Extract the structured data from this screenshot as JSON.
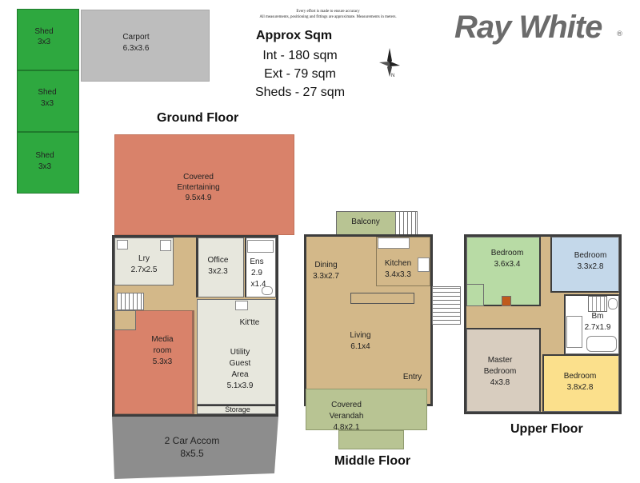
{
  "disclaimer": {
    "line1": "Every effort is made to ensure accuracy",
    "line2": "All measurements, positioning and fittings are approximate. Measurements in meters."
  },
  "brand": {
    "logo_text": "Ray White",
    "color": "#6b6b6b"
  },
  "summary": {
    "title": "Approx Sqm",
    "int": "Int - 180 sqm",
    "ext": "Ext - 79 sqm",
    "sheds": "Sheds - 27 sqm"
  },
  "compass": {
    "north_label": "N"
  },
  "floors": {
    "ground": "Ground Floor",
    "middle": "Middle Floor",
    "upper": "Upper Floor"
  },
  "sheds": [
    {
      "name": "Shed",
      "size": "3x3"
    },
    {
      "name": "Shed",
      "size": "3x3"
    },
    {
      "name": "Shed",
      "size": "3x3"
    }
  ],
  "carport": {
    "name": "Carport",
    "size": "6.3x3.6"
  },
  "ground_rooms": {
    "covered_ent": {
      "name": "Covered",
      "name2": "Entertaining",
      "size": "9.5x4.9"
    },
    "laundry": {
      "name": "Lry",
      "size": "2.7x2.5"
    },
    "office": {
      "name": "Office",
      "size": "3x2.3"
    },
    "ensuite": {
      "name": "Ens",
      "size1": "2.9",
      "size2": "x1.4"
    },
    "kitchenette": {
      "name": "Kit'tte"
    },
    "media": {
      "name": "Media",
      "name2": "room",
      "size": "5.3x3"
    },
    "utility": {
      "name": "Utility",
      "name2": "Guest",
      "name3": "Area",
      "size": "5.1x3.9"
    },
    "storage": {
      "name": "Storage"
    },
    "car": {
      "name": "2 Car Accom",
      "size": "8x5.5"
    }
  },
  "middle_rooms": {
    "balcony": {
      "name": "Balcony"
    },
    "dining": {
      "name": "Dining",
      "size": "3.3x2.7"
    },
    "kitchen": {
      "name": "Kitchen",
      "size": "3.4x3.3"
    },
    "living": {
      "name": "Living",
      "size": "6.1x4"
    },
    "entry": {
      "name": "Entry"
    },
    "verandah": {
      "name": "Covered",
      "name2": "Verandah",
      "size": "4.8x2.1"
    }
  },
  "upper_rooms": {
    "bed1": {
      "name": "Bedroom",
      "size": "3.6x3.4"
    },
    "bed2": {
      "name": "Bedroom",
      "size": "3.3x2.8"
    },
    "bathroom": {
      "name": "Bm",
      "size": "2.7x1.9"
    },
    "master": {
      "name": "Master",
      "name2": "Bedroom",
      "size": "4x3.8"
    },
    "bed3": {
      "name": "Bedroom",
      "size": "3.8x2.8"
    }
  },
  "colors": {
    "shed_green": "#2ea83f",
    "carport_grey": "#bdbdbd",
    "terracotta": "#d9826a",
    "wood": "#d3b889",
    "tile": "#e7e7dd",
    "verandah_green": "#b8c493",
    "bedroom_green": "#b8dba5",
    "bedroom_blue": "#c4d8ea",
    "bedroom_yellow": "#fbe08c",
    "car_grey": "#8d8d8d",
    "master_taupe": "#d8cdbf"
  }
}
